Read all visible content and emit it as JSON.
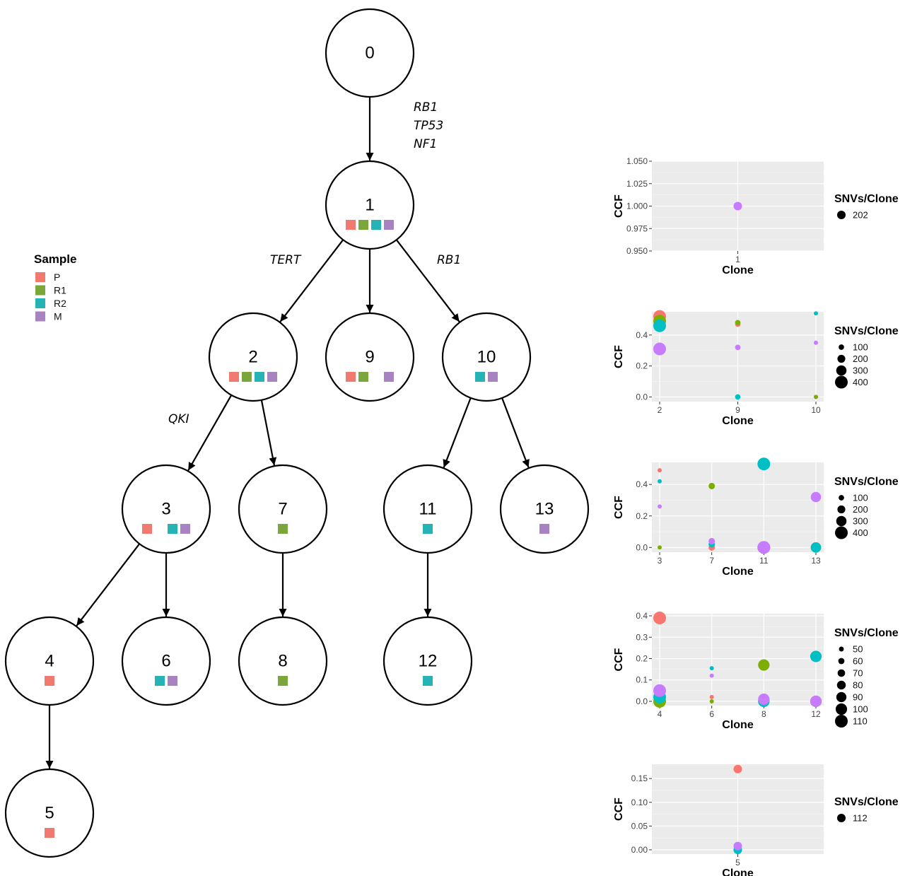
{
  "tree": {
    "nodes": [
      {
        "id": "0",
        "samples": []
      },
      {
        "id": "1",
        "samples": [
          "P",
          "R1",
          "R2",
          "M"
        ]
      },
      {
        "id": "2",
        "samples": [
          "P",
          "R1",
          "R2",
          "M"
        ]
      },
      {
        "id": "9",
        "samples": [
          "P",
          "R1",
          "",
          "M"
        ]
      },
      {
        "id": "10",
        "samples": [
          "R2",
          "M"
        ]
      },
      {
        "id": "3",
        "samples": [
          "P",
          "",
          "R2",
          "M"
        ]
      },
      {
        "id": "7",
        "samples": [
          "R1"
        ]
      },
      {
        "id": "11",
        "samples": [
          "R2"
        ]
      },
      {
        "id": "13",
        "samples": [
          "M"
        ]
      },
      {
        "id": "4",
        "samples": [
          "P"
        ]
      },
      {
        "id": "6",
        "samples": [
          "R2",
          "M"
        ]
      },
      {
        "id": "8",
        "samples": [
          "R1"
        ]
      },
      {
        "id": "12",
        "samples": [
          "R2"
        ]
      },
      {
        "id": "5",
        "samples": [
          "P"
        ]
      }
    ],
    "edges": [
      {
        "from": "0",
        "to": "1"
      },
      {
        "from": "1",
        "to": "2"
      },
      {
        "from": "1",
        "to": "9"
      },
      {
        "from": "1",
        "to": "10"
      },
      {
        "from": "2",
        "to": "3"
      },
      {
        "from": "2",
        "to": "7"
      },
      {
        "from": "10",
        "to": "11"
      },
      {
        "from": "10",
        "to": "13"
      },
      {
        "from": "3",
        "to": "4"
      },
      {
        "from": "3",
        "to": "6"
      },
      {
        "from": "7",
        "to": "8"
      },
      {
        "from": "11",
        "to": "12"
      },
      {
        "from": "4",
        "to": "5"
      }
    ],
    "gene_labels": [
      {
        "edge": "0-1",
        "lines": [
          "RB1",
          "TP53",
          "NF1"
        ]
      },
      {
        "edge": "1-2",
        "lines": [
          "TERT"
        ]
      },
      {
        "edge": "1-10",
        "lines": [
          "RB1"
        ]
      },
      {
        "edge": "2-3",
        "lines": [
          "QKI"
        ]
      }
    ]
  },
  "legend": {
    "title": "Sample",
    "items": [
      {
        "label": "P",
        "color": "#f07a70"
      },
      {
        "label": "R1",
        "color": "#7aa63c"
      },
      {
        "label": "R2",
        "color": "#26b3b5"
      },
      {
        "label": "M",
        "color": "#a883c2"
      }
    ]
  },
  "chart_data": [
    {
      "type": "scatter",
      "xlabel": "Clone",
      "ylabel": "CCF",
      "x_categories": [
        "1"
      ],
      "ylim": [
        0.95,
        1.05
      ],
      "yticks": [
        "0.950",
        "0.975",
        "1.000",
        "1.025",
        "1.050"
      ],
      "size_legend_title": "SNVs/Clone",
      "size_legend": [
        202
      ],
      "points": [
        {
          "clone": "1",
          "sample": "M",
          "ccf": 1.0,
          "snvs": 202
        }
      ]
    },
    {
      "type": "scatter",
      "xlabel": "Clone",
      "ylabel": "CCF",
      "x_categories": [
        "2",
        "9",
        "10"
      ],
      "ylim": [
        -0.03,
        0.55
      ],
      "yticks": [
        "0.0",
        "0.2",
        "0.4"
      ],
      "size_legend_title": "SNVs/Clone",
      "size_legend": [
        100,
        200,
        300,
        400
      ],
      "points": [
        {
          "clone": "2",
          "sample": "P",
          "ccf": 0.52,
          "snvs": 400
        },
        {
          "clone": "2",
          "sample": "R1",
          "ccf": 0.49,
          "snvs": 400
        },
        {
          "clone": "2",
          "sample": "R2",
          "ccf": 0.46,
          "snvs": 400
        },
        {
          "clone": "2",
          "sample": "M",
          "ccf": 0.31,
          "snvs": 400
        },
        {
          "clone": "9",
          "sample": "P",
          "ccf": 0.47,
          "snvs": 100
        },
        {
          "clone": "9",
          "sample": "R1",
          "ccf": 0.48,
          "snvs": 100
        },
        {
          "clone": "9",
          "sample": "R2",
          "ccf": 0.0,
          "snvs": 100
        },
        {
          "clone": "9",
          "sample": "M",
          "ccf": 0.32,
          "snvs": 100
        },
        {
          "clone": "10",
          "sample": "P",
          "ccf": 0.0,
          "snvs": 50
        },
        {
          "clone": "10",
          "sample": "R1",
          "ccf": 0.0,
          "snvs": 50
        },
        {
          "clone": "10",
          "sample": "R2",
          "ccf": 0.54,
          "snvs": 50
        },
        {
          "clone": "10",
          "sample": "M",
          "ccf": 0.35,
          "snvs": 50
        }
      ]
    },
    {
      "type": "scatter",
      "xlabel": "Clone",
      "ylabel": "CCF",
      "x_categories": [
        "3",
        "7",
        "11",
        "13"
      ],
      "ylim": [
        -0.03,
        0.54
      ],
      "yticks": [
        "0.0",
        "0.2",
        "0.4"
      ],
      "size_legend_title": "SNVs/Clone",
      "size_legend": [
        100,
        200,
        300,
        400
      ],
      "points": [
        {
          "clone": "3",
          "sample": "P",
          "ccf": 0.49,
          "snvs": 50
        },
        {
          "clone": "3",
          "sample": "R1",
          "ccf": 0.0,
          "snvs": 50
        },
        {
          "clone": "3",
          "sample": "R2",
          "ccf": 0.42,
          "snvs": 50
        },
        {
          "clone": "3",
          "sample": "M",
          "ccf": 0.26,
          "snvs": 50
        },
        {
          "clone": "7",
          "sample": "P",
          "ccf": 0.0,
          "snvs": 140
        },
        {
          "clone": "7",
          "sample": "R1",
          "ccf": 0.39,
          "snvs": 140
        },
        {
          "clone": "7",
          "sample": "R2",
          "ccf": 0.02,
          "snvs": 140
        },
        {
          "clone": "7",
          "sample": "M",
          "ccf": 0.04,
          "snvs": 140
        },
        {
          "clone": "11",
          "sample": "P",
          "ccf": 0.0,
          "snvs": 400
        },
        {
          "clone": "11",
          "sample": "R1",
          "ccf": 0.0,
          "snvs": 400
        },
        {
          "clone": "11",
          "sample": "R2",
          "ccf": 0.53,
          "snvs": 400
        },
        {
          "clone": "11",
          "sample": "M",
          "ccf": 0.0,
          "snvs": 400
        },
        {
          "clone": "13",
          "sample": "P",
          "ccf": 0.0,
          "snvs": 300
        },
        {
          "clone": "13",
          "sample": "R1",
          "ccf": 0.0,
          "snvs": 300
        },
        {
          "clone": "13",
          "sample": "R2",
          "ccf": 0.0,
          "snvs": 300
        },
        {
          "clone": "13",
          "sample": "M",
          "ccf": 0.32,
          "snvs": 300
        }
      ]
    },
    {
      "type": "scatter",
      "xlabel": "Clone",
      "ylabel": "CCF",
      "x_categories": [
        "4",
        "6",
        "8",
        "12"
      ],
      "ylim": [
        -0.02,
        0.41
      ],
      "yticks": [
        "0.0",
        "0.1",
        "0.2",
        "0.3",
        "0.4"
      ],
      "size_legend_title": "SNVs/Clone",
      "size_legend": [
        50,
        60,
        70,
        80,
        90,
        100,
        110
      ],
      "points": [
        {
          "clone": "4",
          "sample": "P",
          "ccf": 0.39,
          "snvs": 110
        },
        {
          "clone": "4",
          "sample": "R1",
          "ccf": 0.0,
          "snvs": 110
        },
        {
          "clone": "4",
          "sample": "R2",
          "ccf": 0.02,
          "snvs": 110
        },
        {
          "clone": "4",
          "sample": "M",
          "ccf": 0.05,
          "snvs": 110
        },
        {
          "clone": "6",
          "sample": "P",
          "ccf": 0.02,
          "snvs": 45
        },
        {
          "clone": "6",
          "sample": "R1",
          "ccf": 0.0,
          "snvs": 45
        },
        {
          "clone": "6",
          "sample": "R2",
          "ccf": 0.155,
          "snvs": 45
        },
        {
          "clone": "6",
          "sample": "M",
          "ccf": 0.12,
          "snvs": 45
        },
        {
          "clone": "8",
          "sample": "P",
          "ccf": 0.0,
          "snvs": 100
        },
        {
          "clone": "8",
          "sample": "R1",
          "ccf": 0.17,
          "snvs": 100
        },
        {
          "clone": "8",
          "sample": "R2",
          "ccf": 0.0,
          "snvs": 100
        },
        {
          "clone": "8",
          "sample": "M",
          "ccf": 0.01,
          "snvs": 100
        },
        {
          "clone": "12",
          "sample": "P",
          "ccf": 0.0,
          "snvs": 100
        },
        {
          "clone": "12",
          "sample": "R1",
          "ccf": 0.0,
          "snvs": 100
        },
        {
          "clone": "12",
          "sample": "R2",
          "ccf": 0.21,
          "snvs": 100
        },
        {
          "clone": "12",
          "sample": "M",
          "ccf": 0.0,
          "snvs": 100
        }
      ]
    },
    {
      "type": "scatter",
      "xlabel": "Clone",
      "ylabel": "CCF",
      "x_categories": [
        "5"
      ],
      "ylim": [
        -0.009,
        0.18
      ],
      "yticks": [
        "0.00",
        "0.05",
        "0.10",
        "0.15"
      ],
      "size_legend_title": "SNVs/Clone",
      "size_legend": [
        112
      ],
      "points": [
        {
          "clone": "5",
          "sample": "P",
          "ccf": 0.17,
          "snvs": 112
        },
        {
          "clone": "5",
          "sample": "R1",
          "ccf": 0.0,
          "snvs": 112
        },
        {
          "clone": "5",
          "sample": "R2",
          "ccf": 0.0,
          "snvs": 112
        },
        {
          "clone": "5",
          "sample": "M",
          "ccf": 0.008,
          "snvs": 112
        }
      ]
    }
  ]
}
